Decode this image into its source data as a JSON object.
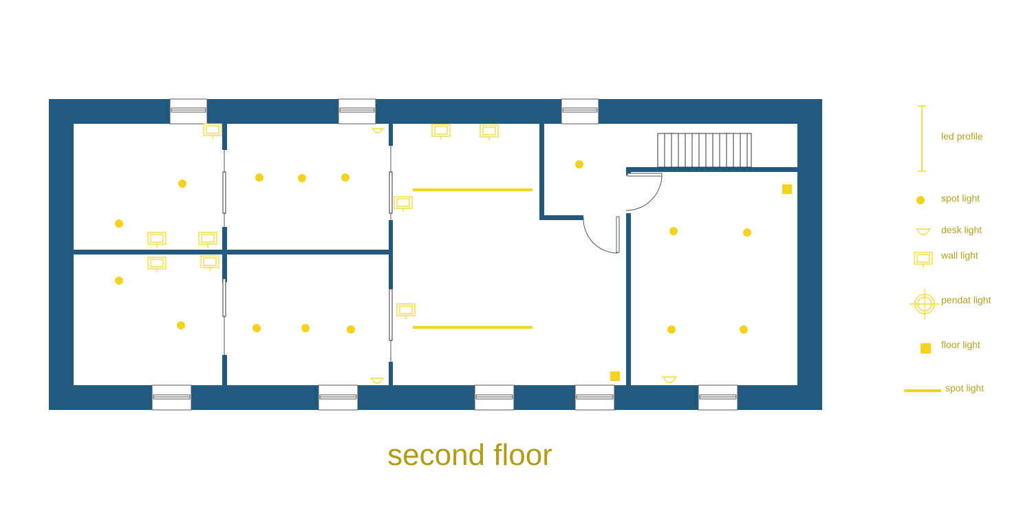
{
  "title": "second floor",
  "colors": {
    "wall": "#215a7e",
    "light": "#f5d31c",
    "label": "#b5a21c",
    "title": "#b09c16",
    "interior": "#ffffff",
    "line": "#333333"
  },
  "legend": [
    {
      "symbol": "led-profile-icon",
      "label": "led profile"
    },
    {
      "symbol": "spot-light-icon",
      "label": "spot light"
    },
    {
      "symbol": "desk-light-icon",
      "label": "desk light"
    },
    {
      "symbol": "wall-light-icon",
      "label": "wall light"
    },
    {
      "symbol": "pendant-light-icon",
      "label": "pendat light"
    },
    {
      "symbol": "floor-light-icon",
      "label": "floor light"
    },
    {
      "symbol": "strip-light-icon",
      "label": "spot light"
    }
  ]
}
